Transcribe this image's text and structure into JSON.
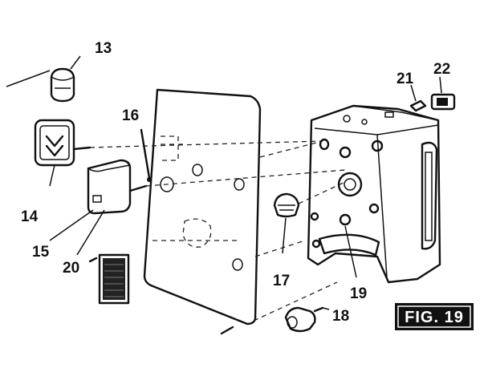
{
  "figure": {
    "badge": "FIG. 19",
    "part_labels": {
      "p13": "13",
      "p14": "14",
      "p15": "15",
      "p16": "16",
      "p17": "17",
      "p18": "18",
      "p19": "19",
      "p20": "20",
      "p21": "21",
      "p22": "22"
    },
    "colors": {
      "ink": "#111111",
      "paper": "#ffffff",
      "badge_bg": "#111111",
      "badge_text": "#ffffff"
    }
  }
}
